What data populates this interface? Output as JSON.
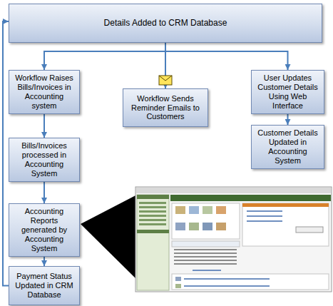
{
  "diagram": {
    "nodes": [
      {
        "text": [
          "Details Added to CRM  Database"
        ]
      },
      {
        "text": [
          "Workflow Raises Bills/Invoices in Accounting system"
        ]
      },
      {
        "text": [
          "Workflow Sends Reminder Emails to Customers"
        ]
      },
      {
        "text": [
          "User Updates Customer Details Using Web Interface"
        ]
      },
      {
        "text": [
          "Customer Details Updated in Accounting System"
        ]
      },
      {
        "text": [
          "Bills/Invoices processed in Accounting System"
        ]
      },
      {
        "text": [
          "Accounting Reports generated by Accounting System"
        ]
      },
      {
        "text": [
          "Payment Status Updated in CRM Database"
        ]
      }
    ],
    "edges": [
      {
        "from": 0,
        "to": 1,
        "arrow": "to"
      },
      {
        "from": 0,
        "to": 2,
        "arrow": "to"
      },
      {
        "from": 0,
        "to": 3,
        "arrow": "to"
      },
      {
        "from": 3,
        "to": 4,
        "arrow": "to"
      },
      {
        "from": 1,
        "to": 5,
        "arrow": "to"
      },
      {
        "from": 5,
        "to": 6,
        "arrow": "to"
      },
      {
        "from": 6,
        "to": 7,
        "arrow": "to"
      },
      {
        "from": 7,
        "to": 0,
        "arrow": "to"
      }
    ]
  }
}
